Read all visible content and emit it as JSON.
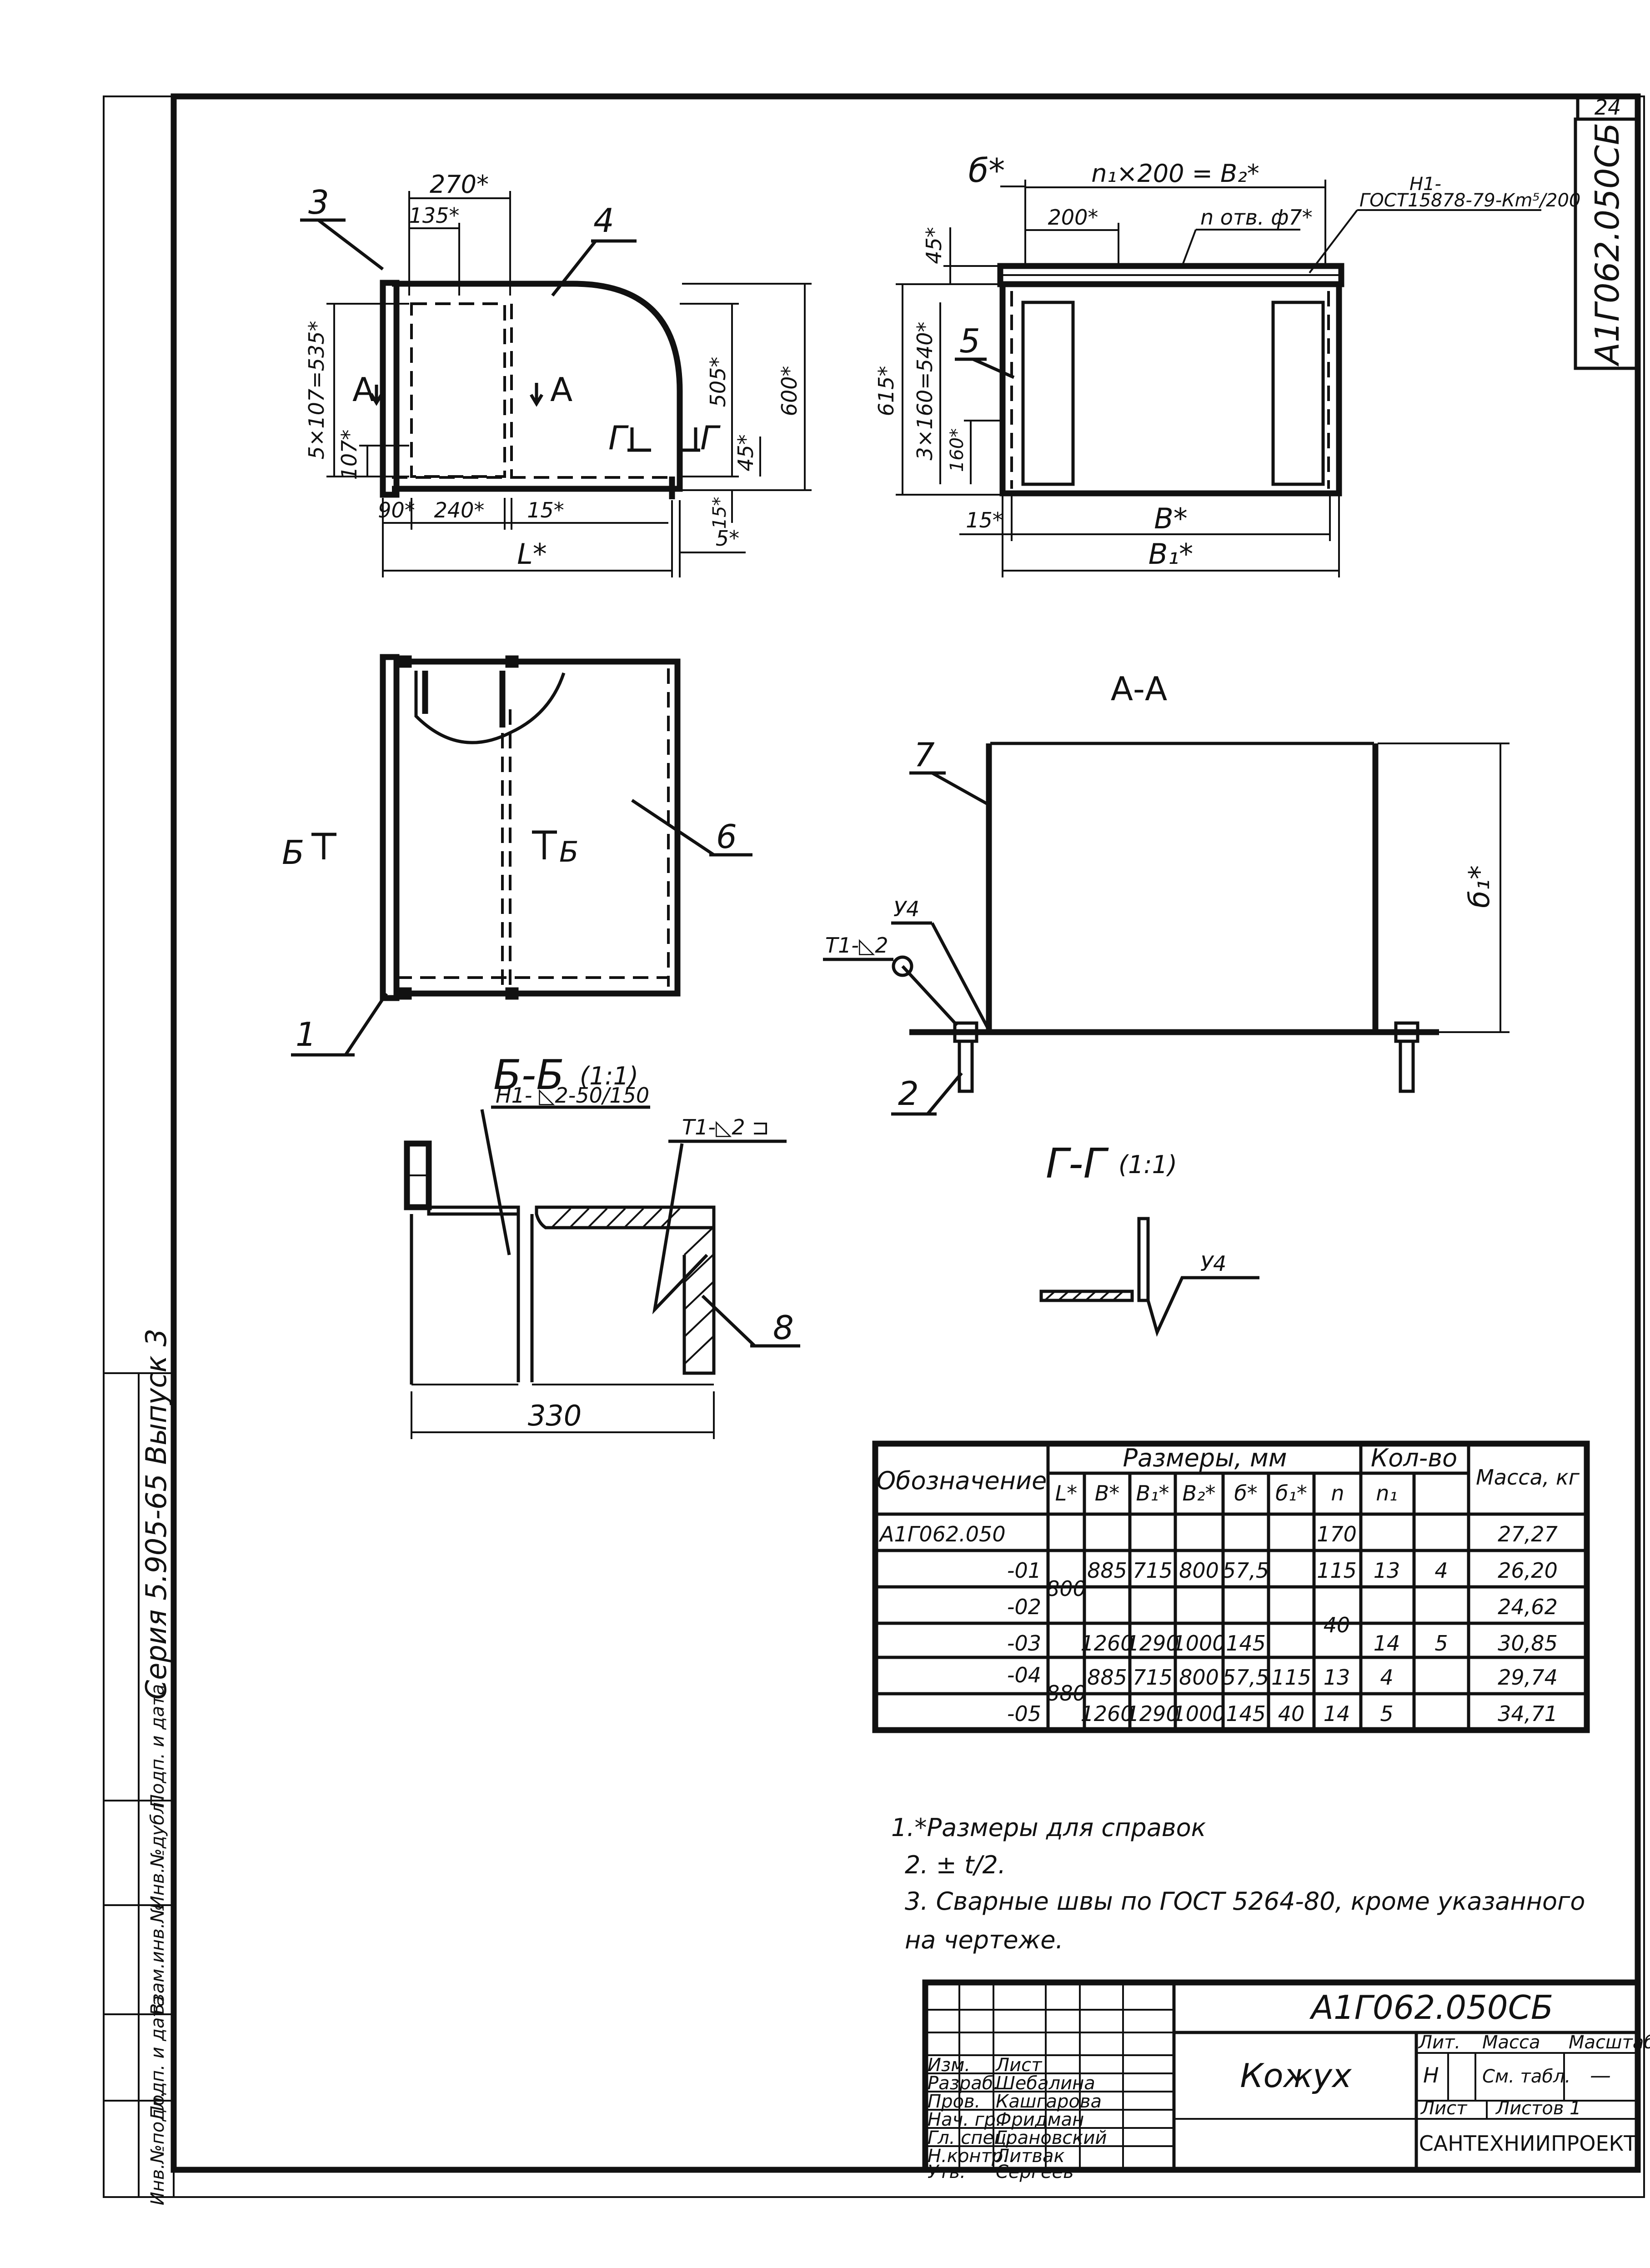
{
  "sheet": {
    "number": "24",
    "code": "А1Г062.050СБ"
  },
  "side_stamp": {
    "series": "Серия 5.905-65 Выпуск 3",
    "fields": [
      "Подп. и дата",
      "Инв.№дубл.",
      "Взам.инв.№",
      "Подп. и дата",
      "Инв.№подл."
    ]
  },
  "view_top_left": {
    "callout_3": "3",
    "callout_4": "4",
    "dim_270": "270*",
    "dim_135": "135*",
    "dim_5x107": "5×107=535*",
    "dim_107": "107*",
    "dim_505": "505*",
    "dim_600": "600*",
    "dim_45": "45*",
    "dim_15v": "15*",
    "dim_90": "90*",
    "dim_240": "240*",
    "dim_15h": "15*",
    "dim_L": "L*",
    "dim_5": "5*",
    "cut_a_left": "А",
    "cut_a_right": "А",
    "cut_g_left": "Г",
    "cut_g_right": "Г"
  },
  "view_top_right": {
    "dim_b": "б*",
    "dim_n1": "n₁×200 = B₂*",
    "dim_200": "200*",
    "dim_holes": "n отв. ф7*",
    "weld_top": "Н1-",
    "weld_std": "ГОСТ15878-79-Кm⁵/200",
    "dim_45": "45*",
    "dim_615": "615*",
    "dim_3x160": "3×160=540*",
    "dim_160": "160*",
    "callout_5": "5",
    "dim_15": "15*",
    "dim_B": "B*",
    "dim_B1": "B₁*"
  },
  "view_left": {
    "callout_6": "6",
    "callout_1": "1",
    "cut_b_left": "Б",
    "cut_b_right": "Б"
  },
  "section_aa": {
    "title": "А-А",
    "callout_7": "7",
    "callout_2": "2",
    "weld_y4": "У4",
    "weld_t1": "Т1-◺2",
    "dim_b1": "б₁*"
  },
  "section_bb": {
    "title": "Б-Б",
    "scale": "(1:1)",
    "weld_h1": "Н1- ◺2-50/150",
    "weld_t1": "Т1-◺2 ⊐",
    "callout_8": "8",
    "dim_330": "330"
  },
  "section_gg": {
    "title": "Г-Г",
    "scale": "(1:1)",
    "weld_y4": "У4"
  },
  "table": {
    "header_designation": "Обозначение",
    "header_sizes": "Размеры, мм",
    "header_count": "Кол-во",
    "header_mass": "Масса, кг",
    "sub": [
      "L*",
      "B*",
      "B₁*",
      "B₂*",
      "б*",
      "б₁*",
      "n",
      "n₁"
    ],
    "rows": [
      [
        "А1Г062.050",
        "",
        "",
        "",
        "",
        "",
        "170",
        "",
        "",
        "27,27"
      ],
      [
        "-01",
        "800",
        "885",
        "715",
        "800",
        "57,5",
        "115",
        "13",
        "4",
        "26,20"
      ],
      [
        "-02",
        "",
        "",
        "",
        "",
        "",
        "40",
        "",
        "",
        "24,62"
      ],
      [
        "-03",
        "",
        "1260",
        "1290",
        "1000",
        "145",
        "",
        "14",
        "5",
        "30,85"
      ],
      [
        "-04",
        "880",
        "885",
        "715",
        "800",
        "57,5",
        "115",
        "13",
        "4",
        "29,74"
      ],
      [
        "-05",
        "",
        "1260",
        "1290",
        "1000",
        "145",
        "40",
        "14",
        "5",
        "34,71"
      ]
    ]
  },
  "notes": [
    "1.*Размеры для справок",
    "2. ± t/2.",
    "3. Сварные швы по ГОСТ 5264-80, кроме указанного",
    "на чертеже."
  ],
  "title_block": {
    "code": "А1Г062.050СБ",
    "name": "Кожух",
    "lit": "Лит.",
    "mass": "Масса",
    "scale": "Масштаб",
    "lit_value": "Н",
    "mass_value": "См. табл.",
    "scale_value": "—",
    "sheet": "Лист",
    "sheets": "Листов 1",
    "org": "САНТЕХНИИПРОЕКТ",
    "roles": [
      "Изм.",
      "Разраб.",
      "Пров.",
      "Нач. гр.",
      "Гл. спец.",
      "Н.контр.",
      "Утв."
    ],
    "names": [
      "Лист",
      "Шебалина",
      "Кашгарова",
      "Фридман",
      "Грановский",
      "Литвак",
      "Сергеев"
    ]
  }
}
